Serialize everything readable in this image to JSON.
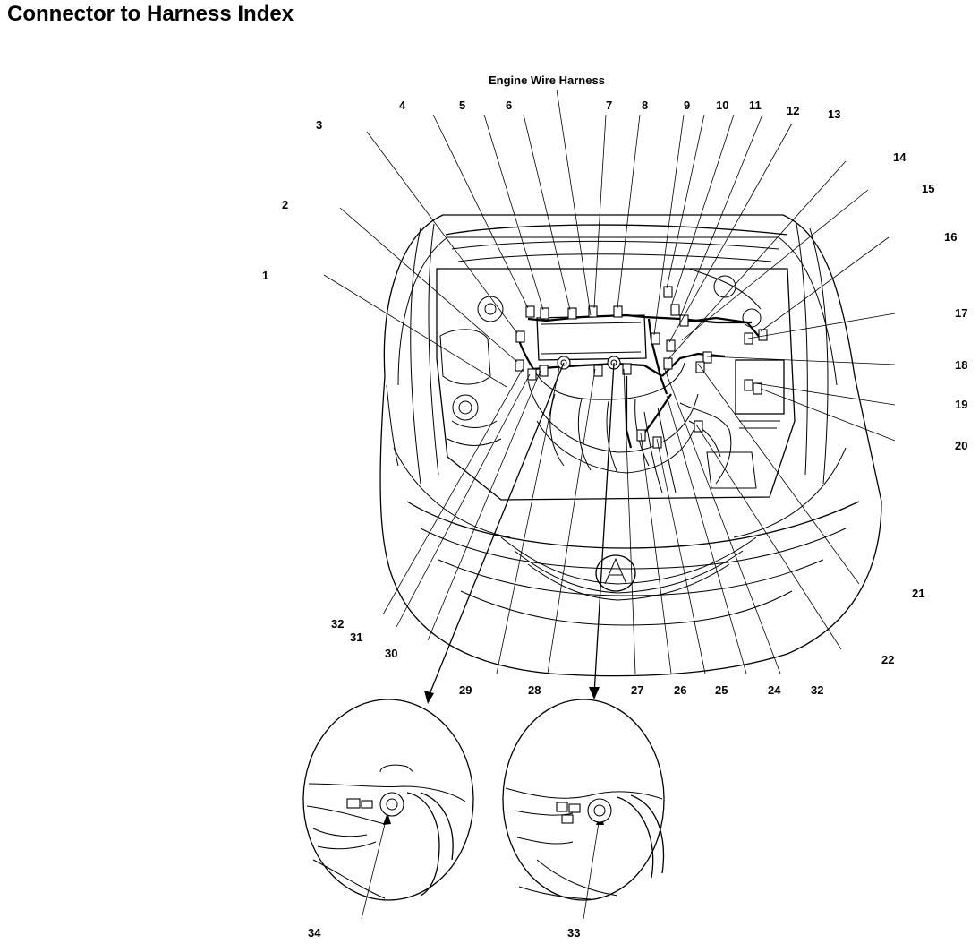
{
  "title": "Connector to Harness Index",
  "harness_label": "Engine Wire Harness",
  "callouts": {
    "c1": "1",
    "c2": "2",
    "c3": "3",
    "c4": "4",
    "c5": "5",
    "c6": "6",
    "c7": "7",
    "c8": "8",
    "c9": "9",
    "c10": "10",
    "c11": "11",
    "c12": "12",
    "c13": "13",
    "c14": "14",
    "c15": "15",
    "c16": "16",
    "c17": "17",
    "c18": "18",
    "c19": "19",
    "c20": "20",
    "c21": "21",
    "c22": "22",
    "c24": "24",
    "c25": "25",
    "c26": "26",
    "c27": "27",
    "c28": "28",
    "c29": "29",
    "c30": "30",
    "c31": "31",
    "c32": "32",
    "c33": "33",
    "c34": "34"
  }
}
